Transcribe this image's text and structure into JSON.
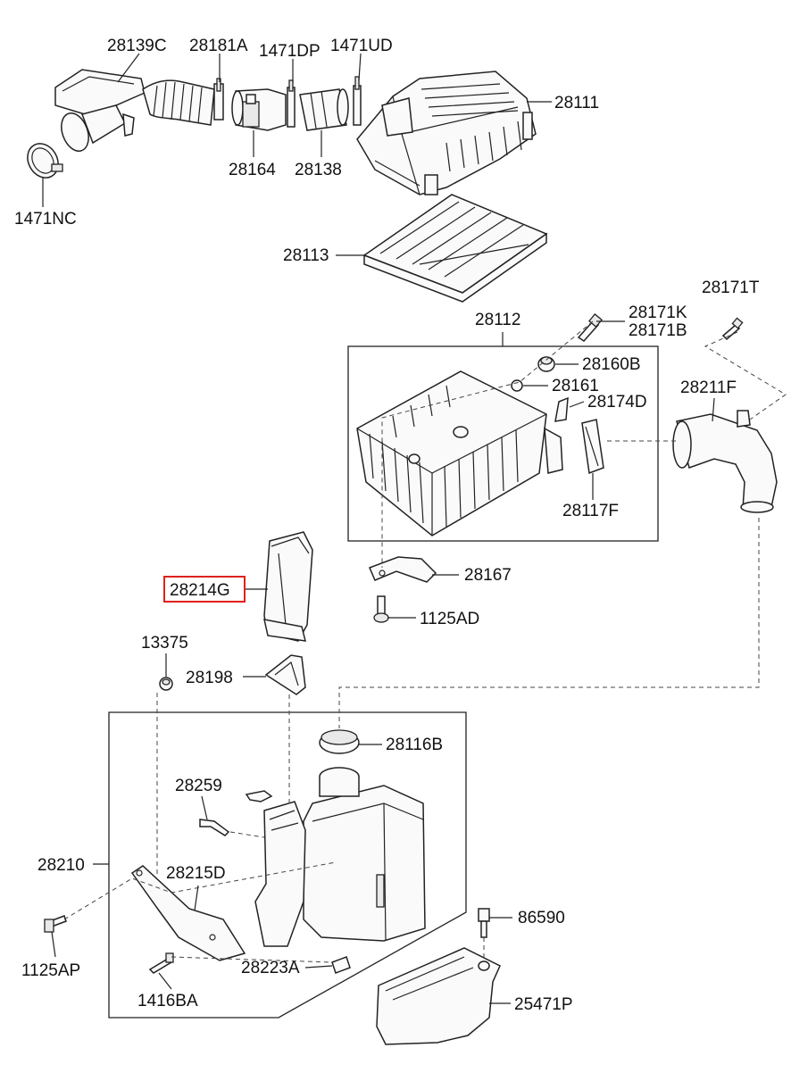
{
  "highlighted_part": "28214G",
  "labels": {
    "p28139C": "28139C",
    "p28181A": "28181A",
    "p1471DP": "1471DP",
    "p1471UD": "1471UD",
    "p28111": "28111",
    "p28164": "28164",
    "p28138": "28138",
    "p1471NC": "1471NC",
    "p28113": "28113",
    "p28112": "28112",
    "p28171T": "28171T",
    "p28171K": "28171K",
    "p28171B": "28171B",
    "p28160B": "28160B",
    "p28161": "28161",
    "p28174D": "28174D",
    "p28211F": "28211F",
    "p28117F": "28117F",
    "p28167": "28167",
    "p28214G": "28214G",
    "p1125AD": "1125AD",
    "p13375": "13375",
    "p28198": "28198",
    "p28116B": "28116B",
    "p28259": "28259",
    "p28210": "28210",
    "p28215D": "28215D",
    "p86590": "86590",
    "p1125AP": "1125AP",
    "p28223A": "28223A",
    "p1416BA": "1416BA",
    "p25471P": "25471P"
  }
}
